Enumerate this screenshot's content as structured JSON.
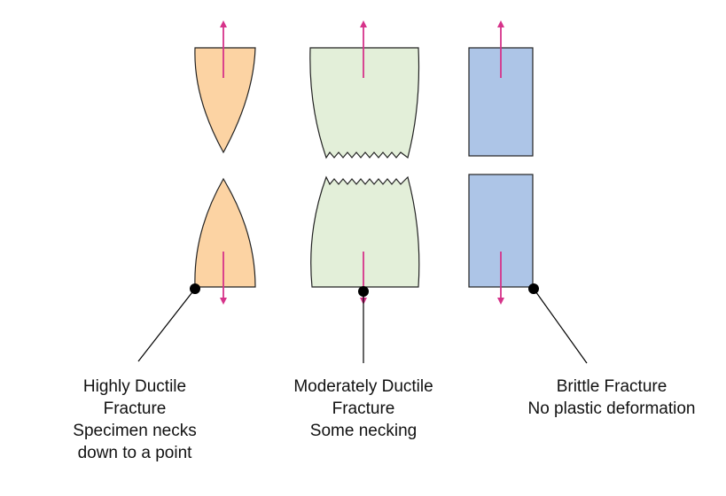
{
  "specimens": [
    {
      "id": "highly-ductile",
      "title_line1": "Highly Ductile",
      "title_line2": "Fracture",
      "desc_line1": "Specimen necks",
      "desc_line2": "down to a point",
      "fill": "#fcd3a3"
    },
    {
      "id": "moderately-ductile",
      "title_line1": "Moderately Ductile",
      "title_line2": "Fracture",
      "desc_line1": "Some necking",
      "desc_line2": "",
      "fill": "#e3efd9"
    },
    {
      "id": "brittle",
      "title_line1": "Brittle Fracture",
      "title_line2": "",
      "desc_line1": "No plastic deformation",
      "desc_line2": "",
      "fill": "#adc5e7"
    }
  ],
  "colors": {
    "arrow": "#d6338a",
    "outline": "#222222",
    "leader": "#000000"
  }
}
